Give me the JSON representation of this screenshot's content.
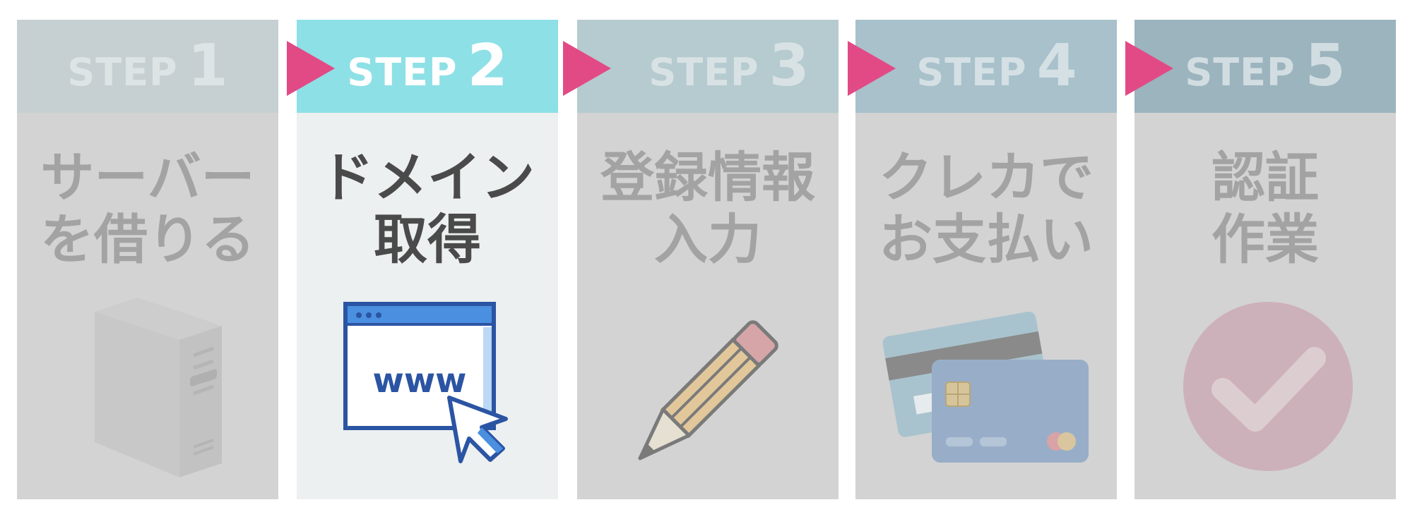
{
  "steps": [
    {
      "label": "STEP",
      "number": "1",
      "title_lines": [
        "サーバー",
        "を借りる"
      ],
      "active": false
    },
    {
      "label": "STEP",
      "number": "2",
      "title_lines": [
        "ドメイン",
        "取得"
      ],
      "active": true
    },
    {
      "label": "STEP",
      "number": "3",
      "title_lines": [
        "登録情報",
        "入力"
      ],
      "active": false
    },
    {
      "label": "STEP",
      "number": "4",
      "title_lines": [
        "クレカで",
        "お支払い"
      ],
      "active": false
    },
    {
      "label": "STEP",
      "number": "5",
      "title_lines": [
        "認証",
        "作業"
      ],
      "active": false
    }
  ],
  "browser_illustration": {
    "text": "www"
  },
  "colors": {
    "arrow": "#e24a86",
    "active_header": "#8de0e6",
    "active_body": "#edf0f0",
    "inactive_body": "#d3d3d3",
    "header_1": "#c6d0d2",
    "header_2": "#8de0e6",
    "header_3": "#b6cbcf",
    "header_4": "#a8c1cb",
    "header_5": "#9bb4be",
    "inactive_title": "#a3a3a3",
    "active_title": "#4a4a4a"
  },
  "icons": [
    "server-icon",
    "browser-www-icon",
    "pencil-icon",
    "credit-card-icon",
    "check-circle-icon"
  ]
}
